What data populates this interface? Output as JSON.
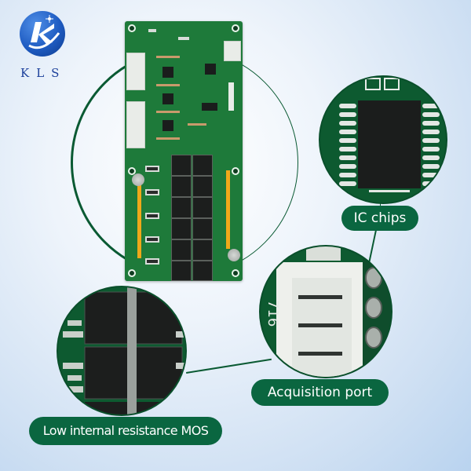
{
  "brand": {
    "logo_icon": "kls-k-logo-icon",
    "name": "KLS",
    "colors": {
      "logo_blue": "#1f5cc2",
      "brand_text": "#1b3f9a"
    }
  },
  "product": {
    "type": "BMS protection board (PCB)",
    "board_color": "#1e7a3a",
    "mosfet_rows": 6,
    "mosfet_cols": 2
  },
  "callouts": [
    {
      "id": "ic",
      "label": "IC chips",
      "icon": "ic-chip-closeup"
    },
    {
      "id": "port",
      "label": "Acquisition port",
      "icon": "connector-closeup",
      "connector_marking": "716"
    },
    {
      "id": "mos",
      "label": "Low internal resistance MOS",
      "icon": "mosfet-closeup"
    }
  ],
  "colors": {
    "accent_green": "#0a6640",
    "line_green": "#0a5a33",
    "label_text": "#ffffff",
    "background": "#cfe0f3"
  }
}
